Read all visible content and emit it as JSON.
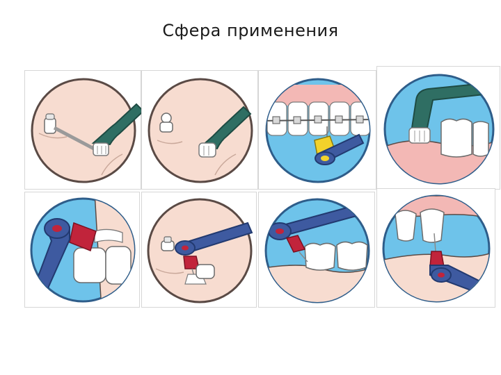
{
  "header": {
    "title": "Сфера применения"
  },
  "colors": {
    "skin": "#f7dcd0",
    "skin_outline": "#5a4a45",
    "blue_bg": "#6ec3ea",
    "gum_pink": "#f3b8b5",
    "tooth_white": "#ffffff",
    "green_handle": "#2f6e63",
    "navy_handle": "#3e5aa0",
    "red_cap": "#c1243b",
    "yellow_cap": "#f2d22b"
  },
  "tiles": [
    {
      "id": "t1",
      "icon": "implant-bar-brush-icon"
    },
    {
      "id": "t2",
      "icon": "implant-abutment-brush-icon"
    },
    {
      "id": "t3",
      "icon": "braces-interspace-brush-icon"
    },
    {
      "id": "t4",
      "icon": "gumline-brush-icon"
    },
    {
      "id": "t5",
      "icon": "bridge-brush-icon"
    },
    {
      "id": "t6",
      "icon": "implant-post-brush-icon"
    },
    {
      "id": "t7",
      "icon": "lingual-brush-icon"
    },
    {
      "id": "t8",
      "icon": "gap-brush-icon"
    }
  ]
}
